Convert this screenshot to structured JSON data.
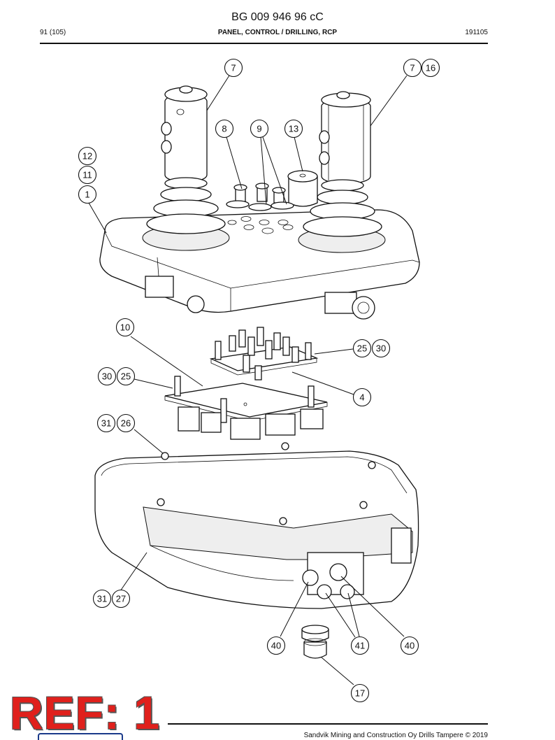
{
  "header": {
    "doc_number": "BG 009 946 96 cC",
    "page": "91 (105)",
    "title": "PANEL, CONTROL / DRILLING, RCP",
    "date": "191105"
  },
  "footer": {
    "copyright": "Sandvik Mining and Construction Oy Drills Tampere © 2019"
  },
  "stamp": {
    "text": "REF: 1",
    "color": "#e0201c"
  },
  "callouts": {
    "c7a": "7",
    "c7b": "7",
    "c16": "16",
    "c8": "8",
    "c9": "9",
    "c13": "13",
    "c12": "12",
    "c11": "11",
    "c1": "1",
    "c10": "10",
    "c25a": "25",
    "c30a": "30",
    "c30b": "30",
    "c25b": "25",
    "c4": "4",
    "c31a": "31",
    "c26": "26",
    "c31b": "31",
    "c27": "27",
    "c40a": "40",
    "c41": "41",
    "c40b": "40",
    "c17": "17"
  }
}
